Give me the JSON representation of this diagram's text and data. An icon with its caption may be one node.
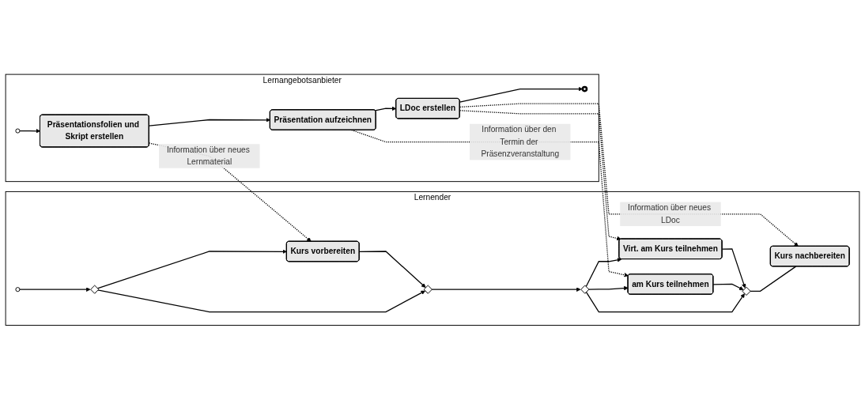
{
  "diagram": {
    "nodes": [
      {
        "text": [
          "Lernender"
        ]
      },
      {
        "text": [],
        "shape": "circle",
        "in": 0
      },
      {
        "text": [],
        "shape": "diamond",
        "in": 0
      },
      {
        "text": [
          "Kurs vorbereiten"
        ],
        "in": 0
      },
      {
        "text": [],
        "shape": "diamond",
        "in": 0
      },
      {
        "text": [],
        "shape": "diamond",
        "in": 0
      },
      {
        "text": [
          "am Kurs teilnehmen"
        ],
        "in": 0
      },
      {
        "text": [
          "Virt. am Kurs teilnehmen"
        ],
        "in": 0
      },
      {
        "text": [],
        "shape": "diamond",
        "in": 0
      },
      {
        "text": [
          "Kurs nachbereiten"
        ],
        "in": 0
      },
      {
        "text": [
          "Lernangebotsanbieter"
        ]
      },
      {
        "text": [],
        "shape": "circle",
        "in": 10
      },
      {
        "text": [
          "Präsentationsfolien und Skript erstellen"
        ],
        "in": 10
      },
      {
        "text": [
          "Präsentation aufzeichnen"
        ],
        "in": 10
      },
      {
        "text": [
          "LDoc erstellen"
        ],
        "in": 10
      },
      {
        "text": [],
        "shape": "circle",
        "in": 10
      }
    ],
    "edges": [
      {
        "from": 1,
        "to": 2,
        "arrow": "to"
      },
      {
        "from": 2,
        "to": 3,
        "arrow": "to"
      },
      {
        "from": 2,
        "to": 4,
        "arrow": "to"
      },
      {
        "from": 3,
        "to": 4,
        "arrow": "to"
      },
      {
        "from": 4,
        "to": 5,
        "arrow": "to"
      },
      {
        "from": 5,
        "to": 6,
        "arrow": "to"
      },
      {
        "from": 5,
        "to": 8,
        "arrow": "to"
      },
      {
        "from": 5,
        "to": 7,
        "arrow": "to"
      },
      {
        "from": 6,
        "to": 8,
        "arrow": "to"
      },
      {
        "from": 7,
        "to": 8,
        "arrow": "to"
      },
      {
        "from": 8,
        "to": 9,
        "arrow": "none"
      },
      {
        "from": 11,
        "to": 12,
        "arrow": "to"
      },
      {
        "from": 12,
        "to": 13,
        "arrow": "to"
      },
      {
        "from": 13,
        "to": 14,
        "arrow": "to"
      },
      {
        "from": 14,
        "to": 15,
        "arrow": "to"
      },
      {
        "from": 12,
        "to": 3,
        "arrow": "to",
        "style": "dashed",
        "label": "Information über neues Lernmaterial"
      },
      {
        "from": 13,
        "to": 6,
        "arrow": "to",
        "style": "dashed",
        "label": "Information über den Termin der Präsenzveranstaltung"
      },
      {
        "from": 14,
        "to": 7,
        "arrow": "to",
        "style": "dashed"
      },
      {
        "from": 14,
        "to": 9,
        "arrow": "to",
        "style": "dashed",
        "label": "Information über neues LDoc"
      }
    ]
  }
}
